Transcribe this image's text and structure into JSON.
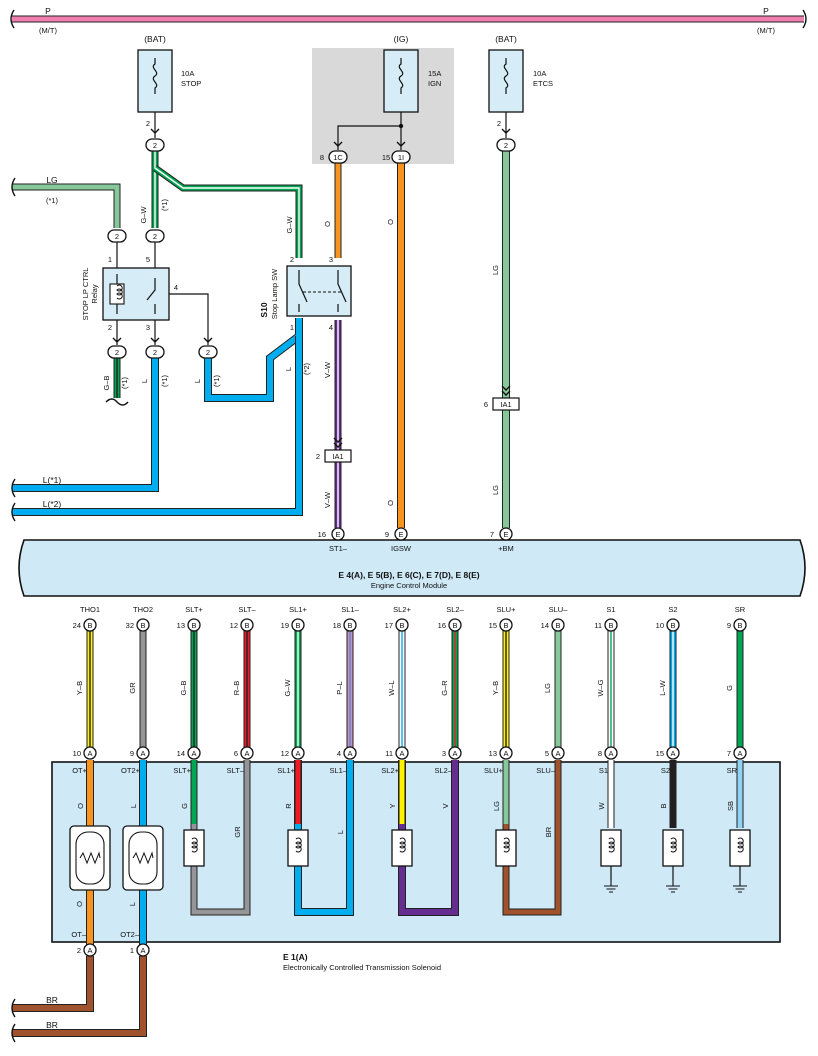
{
  "colors": {
    "P": "#f07fb0",
    "LG": "#86c89a",
    "G": "#00a651",
    "O": "#f7941d",
    "L": "#00aeef",
    "V": "#662d91",
    "R": "#ed1c24",
    "Y": "#fff200",
    "GR": "#939598",
    "BR": "#a0522d",
    "W": "#ffffff",
    "B": "#231f20",
    "SB": "#8fd3f4",
    "ecm": "#cfe9f7",
    "gray_box": "#d9d9da"
  },
  "top_bus": {
    "label": "P",
    "sub": "(M/T)"
  },
  "fuses": [
    {
      "id": "stop",
      "source": "(BAT)",
      "amp": "10A",
      "name": "STOP",
      "pin": "2",
      "conn": "2"
    },
    {
      "id": "ign",
      "source": "(IG)",
      "amp": "15A",
      "name": "IGN",
      "pin_left": "8",
      "conn_left": "1C",
      "pin_right": "15",
      "conn_right": "1I"
    },
    {
      "id": "etcs",
      "source": "(BAT)",
      "amp": "10A",
      "name": "ETCS",
      "pin": "2",
      "conn": "2"
    }
  ],
  "relay": {
    "name": "STOP LP CTRL",
    "name2": "Relay",
    "lg_label": "LG",
    "lg_note": "(*1)",
    "gw_label": "G–W",
    "gw_note": "(*1)",
    "pins": {
      "p1": "1",
      "p5": "5",
      "p2": "2",
      "p3": "3",
      "p4": "4"
    },
    "conn": "2",
    "gb_label": "G–B",
    "gb_note": "(*1)",
    "l_label": "L",
    "l_note": "(*1)",
    "l2_label": "L",
    "l2_note": "(*1)"
  },
  "stop_sw": {
    "id": "S10",
    "name": "Stop Lamp SW",
    "gw_label": "G–W",
    "pins": {
      "p1": "1",
      "p2": "2",
      "p3": "3",
      "p4": "4"
    },
    "o_label": "O",
    "l_label": "L",
    "l_note": "(*2)",
    "vw_label": "V–W"
  },
  "ia1": {
    "name": "IA1",
    "left_pin": "2",
    "right_pin": "6"
  },
  "wire_labels": {
    "o_ign": "O",
    "lg_top": "LG",
    "lg_bot": "LG",
    "vw_bot": "V–W",
    "o_bot": "O"
  },
  "left_labels": {
    "l1": "L(*1)",
    "l2": "L(*2)"
  },
  "ecm": {
    "title": "E 4(A), E 5(B), E 6(C), E 7(D), E 8(E)",
    "name": "Engine Control Module",
    "top_pins": [
      {
        "pin": "16",
        "conn": "E",
        "label": "ST1–"
      },
      {
        "pin": "9",
        "conn": "E",
        "label": "IGSW"
      },
      {
        "pin": "7",
        "conn": "E",
        "label": "+BM"
      }
    ],
    "bottom_pins": [
      {
        "label": "THO1",
        "pin": "24",
        "conn": "B",
        "wire": "Y–B"
      },
      {
        "label": "THO2",
        "pin": "32",
        "conn": "B",
        "wire": "GR"
      },
      {
        "label": "SLT+",
        "pin": "13",
        "conn": "B",
        "wire": "G–B"
      },
      {
        "label": "SLT–",
        "pin": "12",
        "conn": "B",
        "wire": "R–B"
      },
      {
        "label": "SL1+",
        "pin": "19",
        "conn": "B",
        "wire": "G–W"
      },
      {
        "label": "SL1–",
        "pin": "18",
        "conn": "B",
        "wire": "P–L"
      },
      {
        "label": "SL2+",
        "pin": "17",
        "conn": "B",
        "wire": "W–L"
      },
      {
        "label": "SL2–",
        "pin": "16",
        "conn": "B",
        "wire": "G–R"
      },
      {
        "label": "SLU+",
        "pin": "15",
        "conn": "B",
        "wire": "Y–B"
      },
      {
        "label": "SLU–",
        "pin": "14",
        "conn": "B",
        "wire": "LG"
      },
      {
        "label": "S1",
        "pin": "11",
        "conn": "B",
        "wire": "W–G"
      },
      {
        "label": "S2",
        "pin": "10",
        "conn": "B",
        "wire": "L–W"
      },
      {
        "label": "SR",
        "pin": "9",
        "conn": "B",
        "wire": "G"
      }
    ]
  },
  "solenoid": {
    "id": "E 1(A)",
    "name": "Electronically Controlled Transmission Solenoid",
    "top_pins": [
      {
        "label": "OT+",
        "pin": "10",
        "conn": "A",
        "wire": "O"
      },
      {
        "label": "OT2+",
        "pin": "9",
        "conn": "A",
        "wire": "L"
      },
      {
        "label": "SLT+",
        "pin": "14",
        "conn": "A",
        "wire": "G"
      },
      {
        "label": "SLT–",
        "pin": "6",
        "conn": "A",
        "wire": "GR"
      },
      {
        "label": "SL1+",
        "pin": "12",
        "conn": "A",
        "wire": "R"
      },
      {
        "label": "SL1–",
        "pin": "4",
        "conn": "A",
        "wire": "L"
      },
      {
        "label": "SL2+",
        "pin": "11",
        "conn": "A",
        "wire": "Y"
      },
      {
        "label": "SL2–",
        "pin": "3",
        "conn": "A",
        "wire": "V"
      },
      {
        "label": "SLU+",
        "pin": "13",
        "conn": "A",
        "wire": "LG"
      },
      {
        "label": "SLU–",
        "pin": "5",
        "conn": "A",
        "wire": "BR"
      },
      {
        "label": "S1",
        "pin": "8",
        "conn": "A",
        "wire": "W"
      },
      {
        "label": "S2",
        "pin": "15",
        "conn": "A",
        "wire": "B"
      },
      {
        "label": "SR",
        "pin": "7",
        "conn": "A",
        "wire": "SB"
      }
    ],
    "bottom_pins": [
      {
        "label": "OT–",
        "pin": "2",
        "conn": "A",
        "wire": "O"
      },
      {
        "label": "OT2–",
        "pin": "1",
        "conn": "A",
        "wire": "L"
      }
    ],
    "br_labels": [
      "BR",
      "BR"
    ]
  }
}
